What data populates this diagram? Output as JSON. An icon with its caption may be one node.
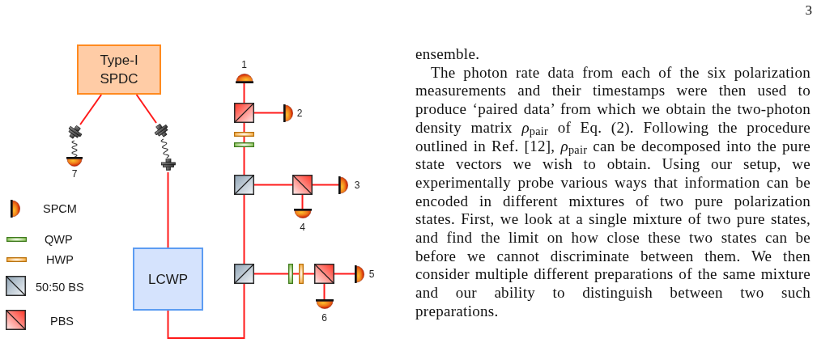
{
  "diagram": {
    "nodes": [
      {
        "text": [
          "Type-I SPDC"
        ]
      },
      {
        "text": [],
        "shape": "picture"
      },
      {
        "text": [],
        "shape": "picture"
      },
      {
        "text": [],
        "shape": "semicircle",
        "beside": [
          "7"
        ]
      },
      {
        "text": [],
        "shape": "picture"
      },
      {
        "text": [
          "LCWP"
        ]
      },
      {
        "text": [],
        "shape": "box"
      },
      {
        "text": [],
        "shape": "box"
      },
      {
        "text": [],
        "shape": "bar"
      },
      {
        "text": [],
        "shape": "bar"
      },
      {
        "text": [],
        "shape": "box"
      },
      {
        "text": [],
        "shape": "semicircle",
        "beside": [
          "1"
        ]
      },
      {
        "text": [],
        "shape": "semicircle",
        "beside": [
          "2"
        ]
      },
      {
        "text": [],
        "shape": "box"
      },
      {
        "text": [],
        "shape": "semicircle",
        "beside": [
          "3"
        ]
      },
      {
        "text": [],
        "shape": "semicircle",
        "beside": [
          "4"
        ]
      },
      {
        "text": [],
        "shape": "bar"
      },
      {
        "text": [],
        "shape": "bar"
      },
      {
        "text": [],
        "shape": "box"
      },
      {
        "text": [],
        "shape": "semicircle",
        "beside": [
          "5"
        ]
      },
      {
        "text": [],
        "shape": "semicircle",
        "beside": [
          "6"
        ]
      }
    ],
    "edges": [
      {
        "from": 0,
        "to": 1,
        "arrow": "none"
      },
      {
        "from": 0,
        "to": 2,
        "arrow": "none"
      },
      {
        "from": 1,
        "to": 3,
        "arrow": "none",
        "color": "#333333"
      },
      {
        "from": 2,
        "to": 4,
        "arrow": "none",
        "color": "#333333"
      },
      {
        "from": 4,
        "to": 5,
        "arrow": "none"
      },
      {
        "from": 5,
        "to": 6,
        "arrow": "none"
      },
      {
        "from": 6,
        "to": 7,
        "arrow": "none"
      },
      {
        "from": 7,
        "to": 8,
        "arrow": "none"
      },
      {
        "from": 8,
        "to": 9,
        "arrow": "none"
      },
      {
        "from": 9,
        "to": 10,
        "arrow": "none"
      },
      {
        "from": 10,
        "to": 11,
        "arrow": "none"
      },
      {
        "from": 10,
        "to": 12,
        "arrow": "none"
      },
      {
        "from": 7,
        "to": 13,
        "arrow": "none"
      },
      {
        "from": 13,
        "to": 14,
        "arrow": "none"
      },
      {
        "from": 13,
        "to": 15,
        "arrow": "none"
      },
      {
        "from": 6,
        "to": 16,
        "arrow": "none"
      },
      {
        "from": 16,
        "to": 17,
        "arrow": "none"
      },
      {
        "from": 17,
        "to": 18,
        "arrow": "none"
      },
      {
        "from": 18,
        "to": 19,
        "arrow": "none"
      },
      {
        "from": 18,
        "to": 20,
        "arrow": "none"
      }
    ],
    "labels": [
      "3",
      "ensemble.",
      "The photon rate data from each of the six polarization measurements and their timestamps were then used to produce ‘paired data’ from which we obtain the two-photon density matrix *ρ*$_{pair}$ of Eq. (2). Following the procedure outlined in Ref. [12], *ρ*$_{pair}$ can be decomposed into the pure state vectors we wish to obtain. Using our setup, we experimentally probe various ways that information can be encoded in different mixtures of two pure polarization states. First, we look at a single mixture of two pure states, and find the limit on how close these two states can be before we cannot discriminate between them. We then consider multiple different preparations of the same mixture and our ability to distinguish between two such preparations."
    ],
    "legend": [
      {
        "text": "SPCM"
      },
      {
        "text": "QWP"
      },
      {
        "text": "HWP"
      },
      {
        "text": "50:50 BS"
      },
      {
        "text": "PBS"
      }
    ]
  }
}
